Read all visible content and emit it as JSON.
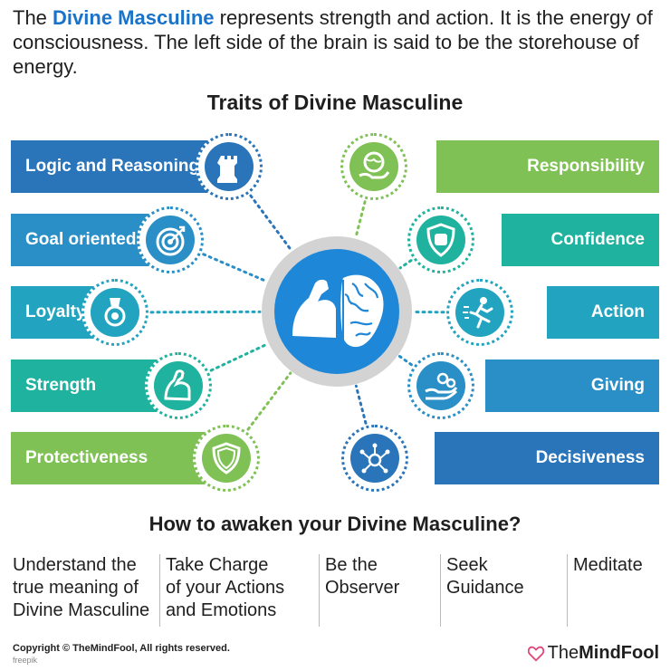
{
  "intro": {
    "prefix": "The ",
    "highlight": "Divine Masculine",
    "suffix": " represents strength and action. It is the energy of consciousness. The left side of the brain is said to be the storehouse of energy."
  },
  "title": "Traits of Divine Masculine",
  "traits_left": [
    {
      "label": "Logic and Reasoning",
      "icon": "chess-rook-icon",
      "color": "#2a75ba"
    },
    {
      "label": "Goal oriented",
      "icon": "target-icon",
      "color": "#2a8fc6"
    },
    {
      "label": "Loyalty",
      "icon": "medal-icon",
      "color": "#22a4c0"
    },
    {
      "label": "Strength",
      "icon": "flexed-arm-icon",
      "color": "#1fb29e"
    },
    {
      "label": "Protectiveness",
      "icon": "shield-icon",
      "color": "#7fc155"
    }
  ],
  "traits_right": [
    {
      "label": "Responsibility",
      "icon": "globe-in-hand-icon",
      "color": "#7fc155"
    },
    {
      "label": "Confidence",
      "icon": "fist-shield-icon",
      "color": "#1fb29e"
    },
    {
      "label": "Action",
      "icon": "running-person-icon",
      "color": "#22a4c0"
    },
    {
      "label": "Giving",
      "icon": "giving-hand-icon",
      "color": "#2a8fc6"
    },
    {
      "label": "Decisiveness",
      "icon": "decision-network-icon",
      "color": "#2a75ba"
    }
  ],
  "center_icon": "muscle-and-brain-icon",
  "awaken": {
    "heading": "How to awaken your Divine Masculine?",
    "steps": [
      {
        "lines": [
          "Understand the",
          "true meaning of",
          "Divine Masculine"
        ]
      },
      {
        "lines": [
          "Take Charge",
          "of your Actions",
          "and Emotions"
        ]
      },
      {
        "lines": [
          "Be the",
          "Observer"
        ]
      },
      {
        "lines": [
          "Seek",
          "Guidance"
        ]
      },
      {
        "lines": [
          "Meditate"
        ]
      }
    ]
  },
  "footer": {
    "copyright": "Copyright © TheMindFool, All rights reserved.",
    "credit": "freepik",
    "brand_prefix": "The",
    "brand_bold": "MindFool"
  }
}
